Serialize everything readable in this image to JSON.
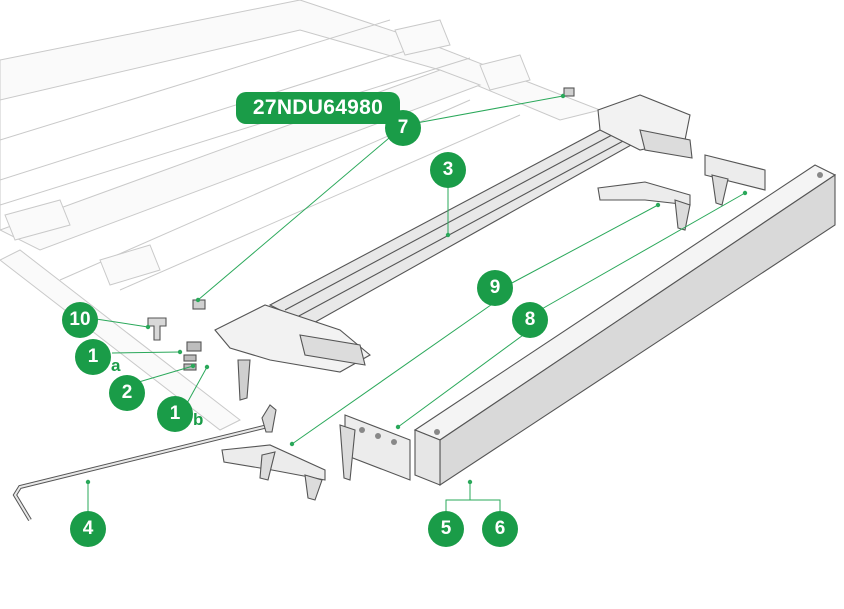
{
  "part_number": "27NDU64980",
  "callouts": [
    {
      "id": "c7",
      "label": "7"
    },
    {
      "id": "c3",
      "label": "3"
    },
    {
      "id": "c9",
      "label": "9"
    },
    {
      "id": "c8",
      "label": "8"
    },
    {
      "id": "c10",
      "label": "10"
    },
    {
      "id": "c1a",
      "label": "1",
      "sub": "a"
    },
    {
      "id": "c2",
      "label": "2"
    },
    {
      "id": "c1b",
      "label": "1",
      "sub": "b"
    },
    {
      "id": "c4",
      "label": "4"
    },
    {
      "id": "c5",
      "label": "5"
    },
    {
      "id": "c6",
      "label": "6"
    }
  ],
  "colors": {
    "callout": "#1a9c48",
    "leader": "#2aa85a",
    "outline": "#555555"
  }
}
